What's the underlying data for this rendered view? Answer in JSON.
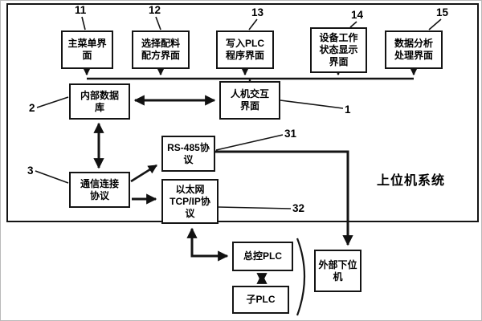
{
  "diagram": {
    "system_label": "上位机系统",
    "boxes": {
      "main_menu": "主菜单界\n面",
      "recipe": "选择配料\n配方界面",
      "write_plc": "写入PLC\n程序界面",
      "device_status": "设备工作\n状态显示\n界面",
      "data_analysis": "数据分析\n处理界面",
      "internal_db": "内部数据\n库",
      "hmi": "人机交互\n界面",
      "rs485": "RS-485协\n议",
      "comm_protocol": "通信连接\n协议",
      "ethernet": "以太网\nTCP/IP协\n议",
      "master_plc": "总控PLC",
      "sub_plc": "子PLC",
      "external_lower": "外部下位\n机"
    },
    "labels": {
      "n11": "11",
      "n12": "12",
      "n13": "13",
      "n14": "14",
      "n15": "15",
      "n1": "1",
      "n2": "2",
      "n3": "3",
      "n31": "31",
      "n32": "32"
    }
  }
}
